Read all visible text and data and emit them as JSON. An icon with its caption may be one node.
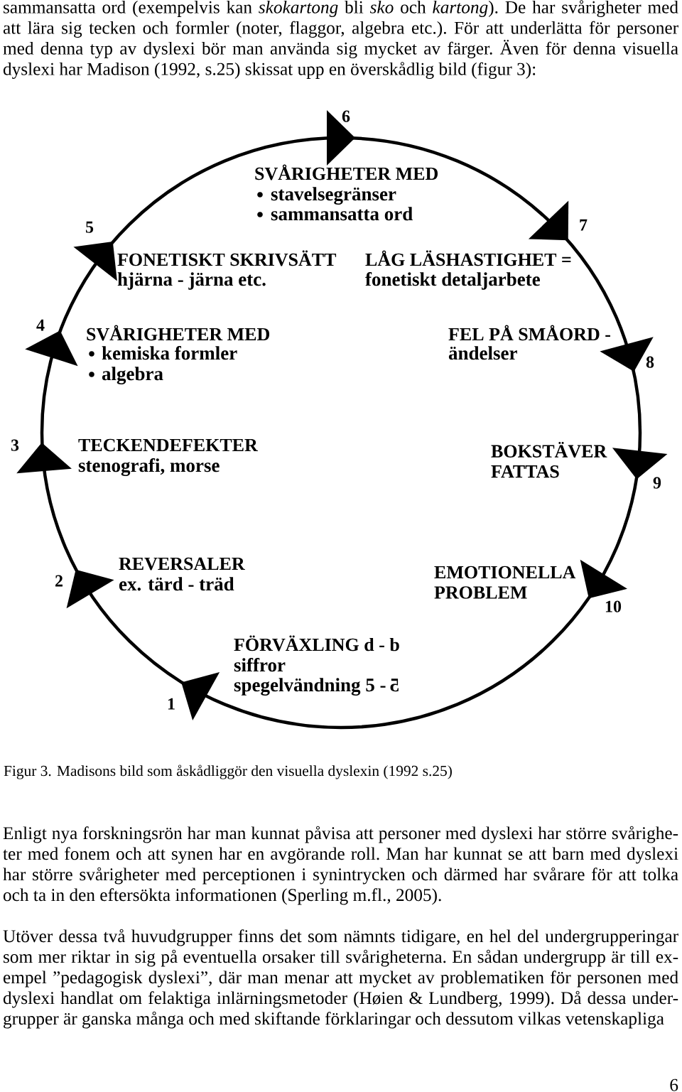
{
  "diagram": {
    "caption": "Figur 3. Madisons bild som åskådliggör den visuella dyslexin (1992 s.25)",
    "labels": [
      "sammansatta ord (exempelvis kan *skokartong* bli *sko* och *kartong*). De har svårigheter med att lära sig tecken och formler (noter, flaggor, algebra etc.). För att underlätta för personer med denna typ av dyslexi bör man använda sig mycket av färger. Även för denna visuella dyslexi har Madison (1992, s.25) skissat upp en överskådlig bild (figur 3):",
      "6",
      "SVÅRIGHETER MED",
      "stavelsegränser",
      "sammansatta ord",
      "5",
      "7",
      "FONETISKT SKRIVSÄTT",
      "hjärna - järna etc.",
      "LÅG LÄSHASTIGHET =",
      "fonetiskt detaljarbete",
      "4",
      "SVÅRIGHETER MED",
      "kemiska formler",
      "algebra",
      "FEL PÅ SMÅORD -",
      "ändelser",
      "8",
      "3",
      "TECKENDEFEKTER",
      "stenografi, morse",
      "BOKSTÄVER FATTAS",
      "9",
      "REVERSALER",
      "2",
      "ex. tärd - träd",
      "EMOTIONELLA PROBLEM",
      "10",
      "FÖRVÄXLING d - b",
      "siffror",
      "spegelvändning 5 -",
      "5",
      "1",
      "Enligt nya forskningsrön har man kunnat påvisa att personer med dyslexi har större svårighe-ter med fonem och att synen har en avgörande roll. Man har kunnat se att barn med dyslexi har större svårigheter med perceptionen i synintrycken och därmed har svårare för att tolka och ta in den eftersökta informationen (Sperling m.fl., 2005).",
      "Utöver dessa två huvudgrupper finns det som nämnts tidigare, en hel del undergrupperingar som mer riktar in sig på eventuella orsaker till svårigheterna. En sådan undergrupp är till ex-empel ”pedagogisk dyslexi”, där man menar att mycket av problematiken för personen med dyslexi handlat om felaktiga inlärningsmetoder (Høien & Lundberg, 1999). Då dessa under-grupper är ganska många och med skiftande förklaringar och dessutom vilkas vetenskapliga",
      "6"
    ]
  }
}
